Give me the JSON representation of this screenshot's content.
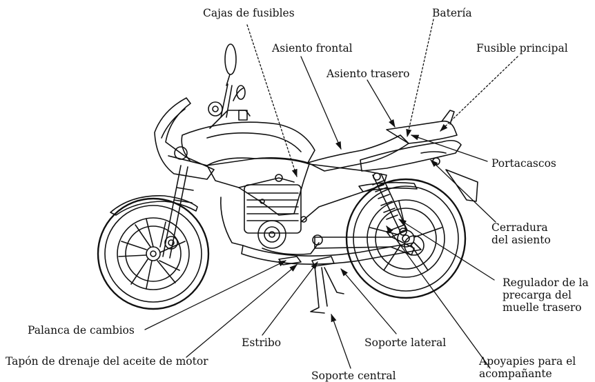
{
  "diagram": {
    "labels": {
      "cajas_fusibles": "Cajas de fusibles",
      "bateria": "Batería",
      "asiento_frontal": "Asiento frontal",
      "fusible_principal": "Fusible principal",
      "asiento_trasero": "Asiento trasero",
      "portacascos": "Portacascos",
      "cerradura_l1": "Cerradura",
      "cerradura_l2": "del asiento",
      "regulador_l1": "Regulador de la",
      "regulador_l2": "precarga del",
      "regulador_l3": "muelle trasero",
      "palanca": "Palanca de cambios",
      "estribo": "Estribo",
      "soporte_lateral": "Soporte lateral",
      "tapon": "Tapón de drenaje del aceite de motor",
      "apoyapies_l1": "Apoyapies para el",
      "apoyapies_l2": "acompañante",
      "soporte_central": "Soporte central"
    },
    "colors": {
      "ink": "#111111",
      "background": "#ffffff"
    }
  }
}
